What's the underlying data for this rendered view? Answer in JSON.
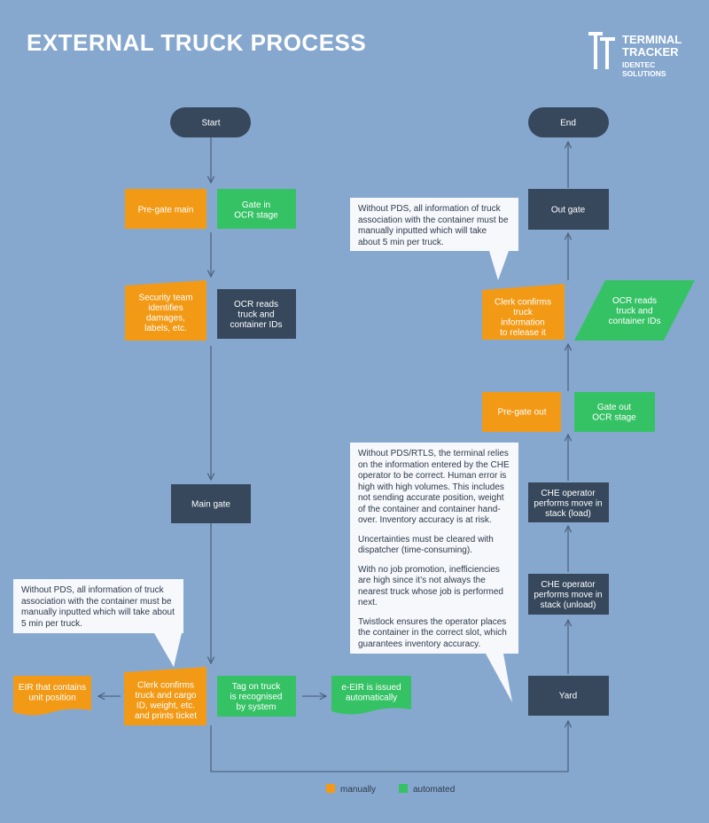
{
  "title": "EXTERNAL TRUCK PROCESS",
  "logo": {
    "line1": "TERMINAL",
    "line2": "TRACKER",
    "line3": "IDENTEC SOLUTIONS"
  },
  "colors": {
    "background": "#86a8cf",
    "manual": "#f29a16",
    "automated": "#35c265",
    "process": "#37485c",
    "note": "#f6f8fb",
    "line": "#4f6480"
  },
  "nodes": [
    {
      "id": "start",
      "text": [
        "Start"
      ]
    },
    {
      "id": "end",
      "text": [
        "End"
      ]
    },
    {
      "id": "pre-gate-main",
      "text": [
        "Pre-gate main"
      ]
    },
    {
      "id": "gate-in-ocr",
      "text": [
        "Gate in",
        "OCR stage"
      ]
    },
    {
      "id": "security-team",
      "text": [
        "Security team",
        "identifies",
        "damages,",
        "labels, etc."
      ]
    },
    {
      "id": "ocr-reads-left",
      "text": [
        "OCR reads",
        "truck and",
        "container IDs"
      ]
    },
    {
      "id": "main-gate",
      "text": [
        "Main gate"
      ]
    },
    {
      "id": "eir-unit-position",
      "text": [
        "EIR that contains",
        "unit position"
      ]
    },
    {
      "id": "clerk-confirms-cargo",
      "text": [
        "Clerk confirms",
        "truck and cargo",
        "ID, weight, etc.",
        "and prints ticket"
      ]
    },
    {
      "id": "tag-on-truck",
      "text": [
        "Tag on truck",
        "is recognised",
        "by system"
      ]
    },
    {
      "id": "e-eir",
      "text": [
        "e-EIR is issued",
        "automatically"
      ]
    },
    {
      "id": "yard",
      "text": [
        "Yard"
      ]
    },
    {
      "id": "che-unload",
      "text": [
        "CHE operator",
        "performs move in",
        "stack (unload)"
      ]
    },
    {
      "id": "che-load",
      "text": [
        "CHE operator",
        "performs move in",
        "stack (load)"
      ]
    },
    {
      "id": "pre-gate-out",
      "text": [
        "Pre-gate out"
      ]
    },
    {
      "id": "gate-out-ocr",
      "text": [
        "Gate out",
        "OCR stage"
      ]
    },
    {
      "id": "clerk-confirms-release",
      "text": [
        "Clerk confirms",
        "truck",
        "information",
        "to release it"
      ]
    },
    {
      "id": "ocr-reads-right",
      "text": [
        "OCR reads",
        "truck and",
        "container IDs"
      ]
    },
    {
      "id": "out-gate",
      "text": [
        "Out gate"
      ]
    }
  ],
  "notes": {
    "top_right": "Without PDS, all information of truck association with the container must be manually inputted which will take about 5 min per truck.",
    "bottom_left": "Without PDS, all information of truck association with the container must be manually inputted which will take about 5 min per truck.",
    "middle": [
      "Without PDS/RTLS, the terminal relies on the information entered by the CHE operator to be correct. Human error is high with high volumes. This includes not sending accurate position, weight of the container and container hand-over. Inventory accuracy is at risk.",
      "Uncertainties must be cleared with dispatcher (time-consuming).",
      "With no job promotion, inefficiencies are high since it’s not always the nearest truck whose job is performed next.",
      "Twistlock ensures the operator places the container in the correct slot, which guarantees inventory accuracy."
    ]
  },
  "legend": {
    "manual": "manually",
    "automated": "automated"
  }
}
